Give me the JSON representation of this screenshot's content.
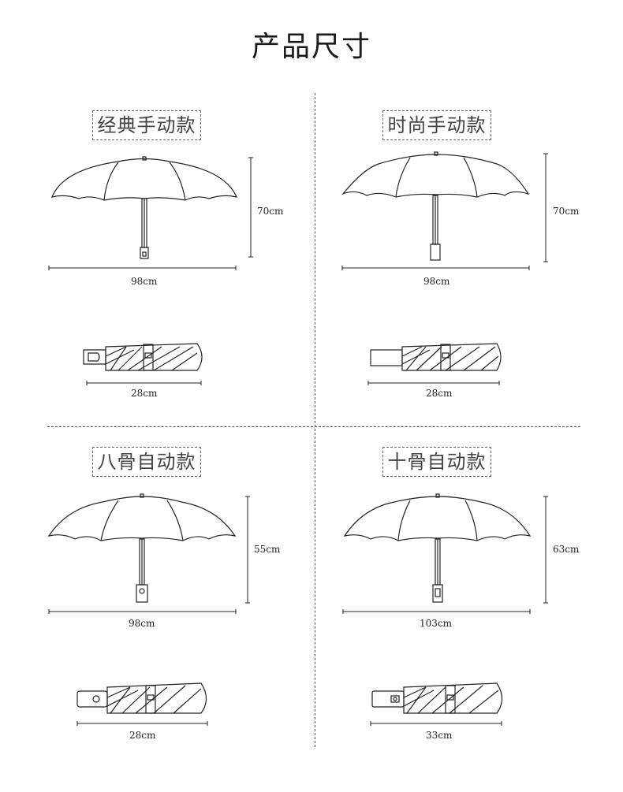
{
  "page": {
    "title": "产品尺寸"
  },
  "panels": [
    {
      "label": "经典手动款",
      "width": "98cm",
      "height": "70cm",
      "folded_length": "28cm"
    },
    {
      "label": "时尚手动款",
      "width": "98cm",
      "height": "70cm",
      "folded_length": "28cm"
    },
    {
      "label": "八骨自动款",
      "width": "98cm",
      "height": "55cm",
      "folded_length": "28cm"
    },
    {
      "label": "十骨自动款",
      "width": "103cm",
      "height": "63cm",
      "folded_length": "33cm"
    }
  ]
}
